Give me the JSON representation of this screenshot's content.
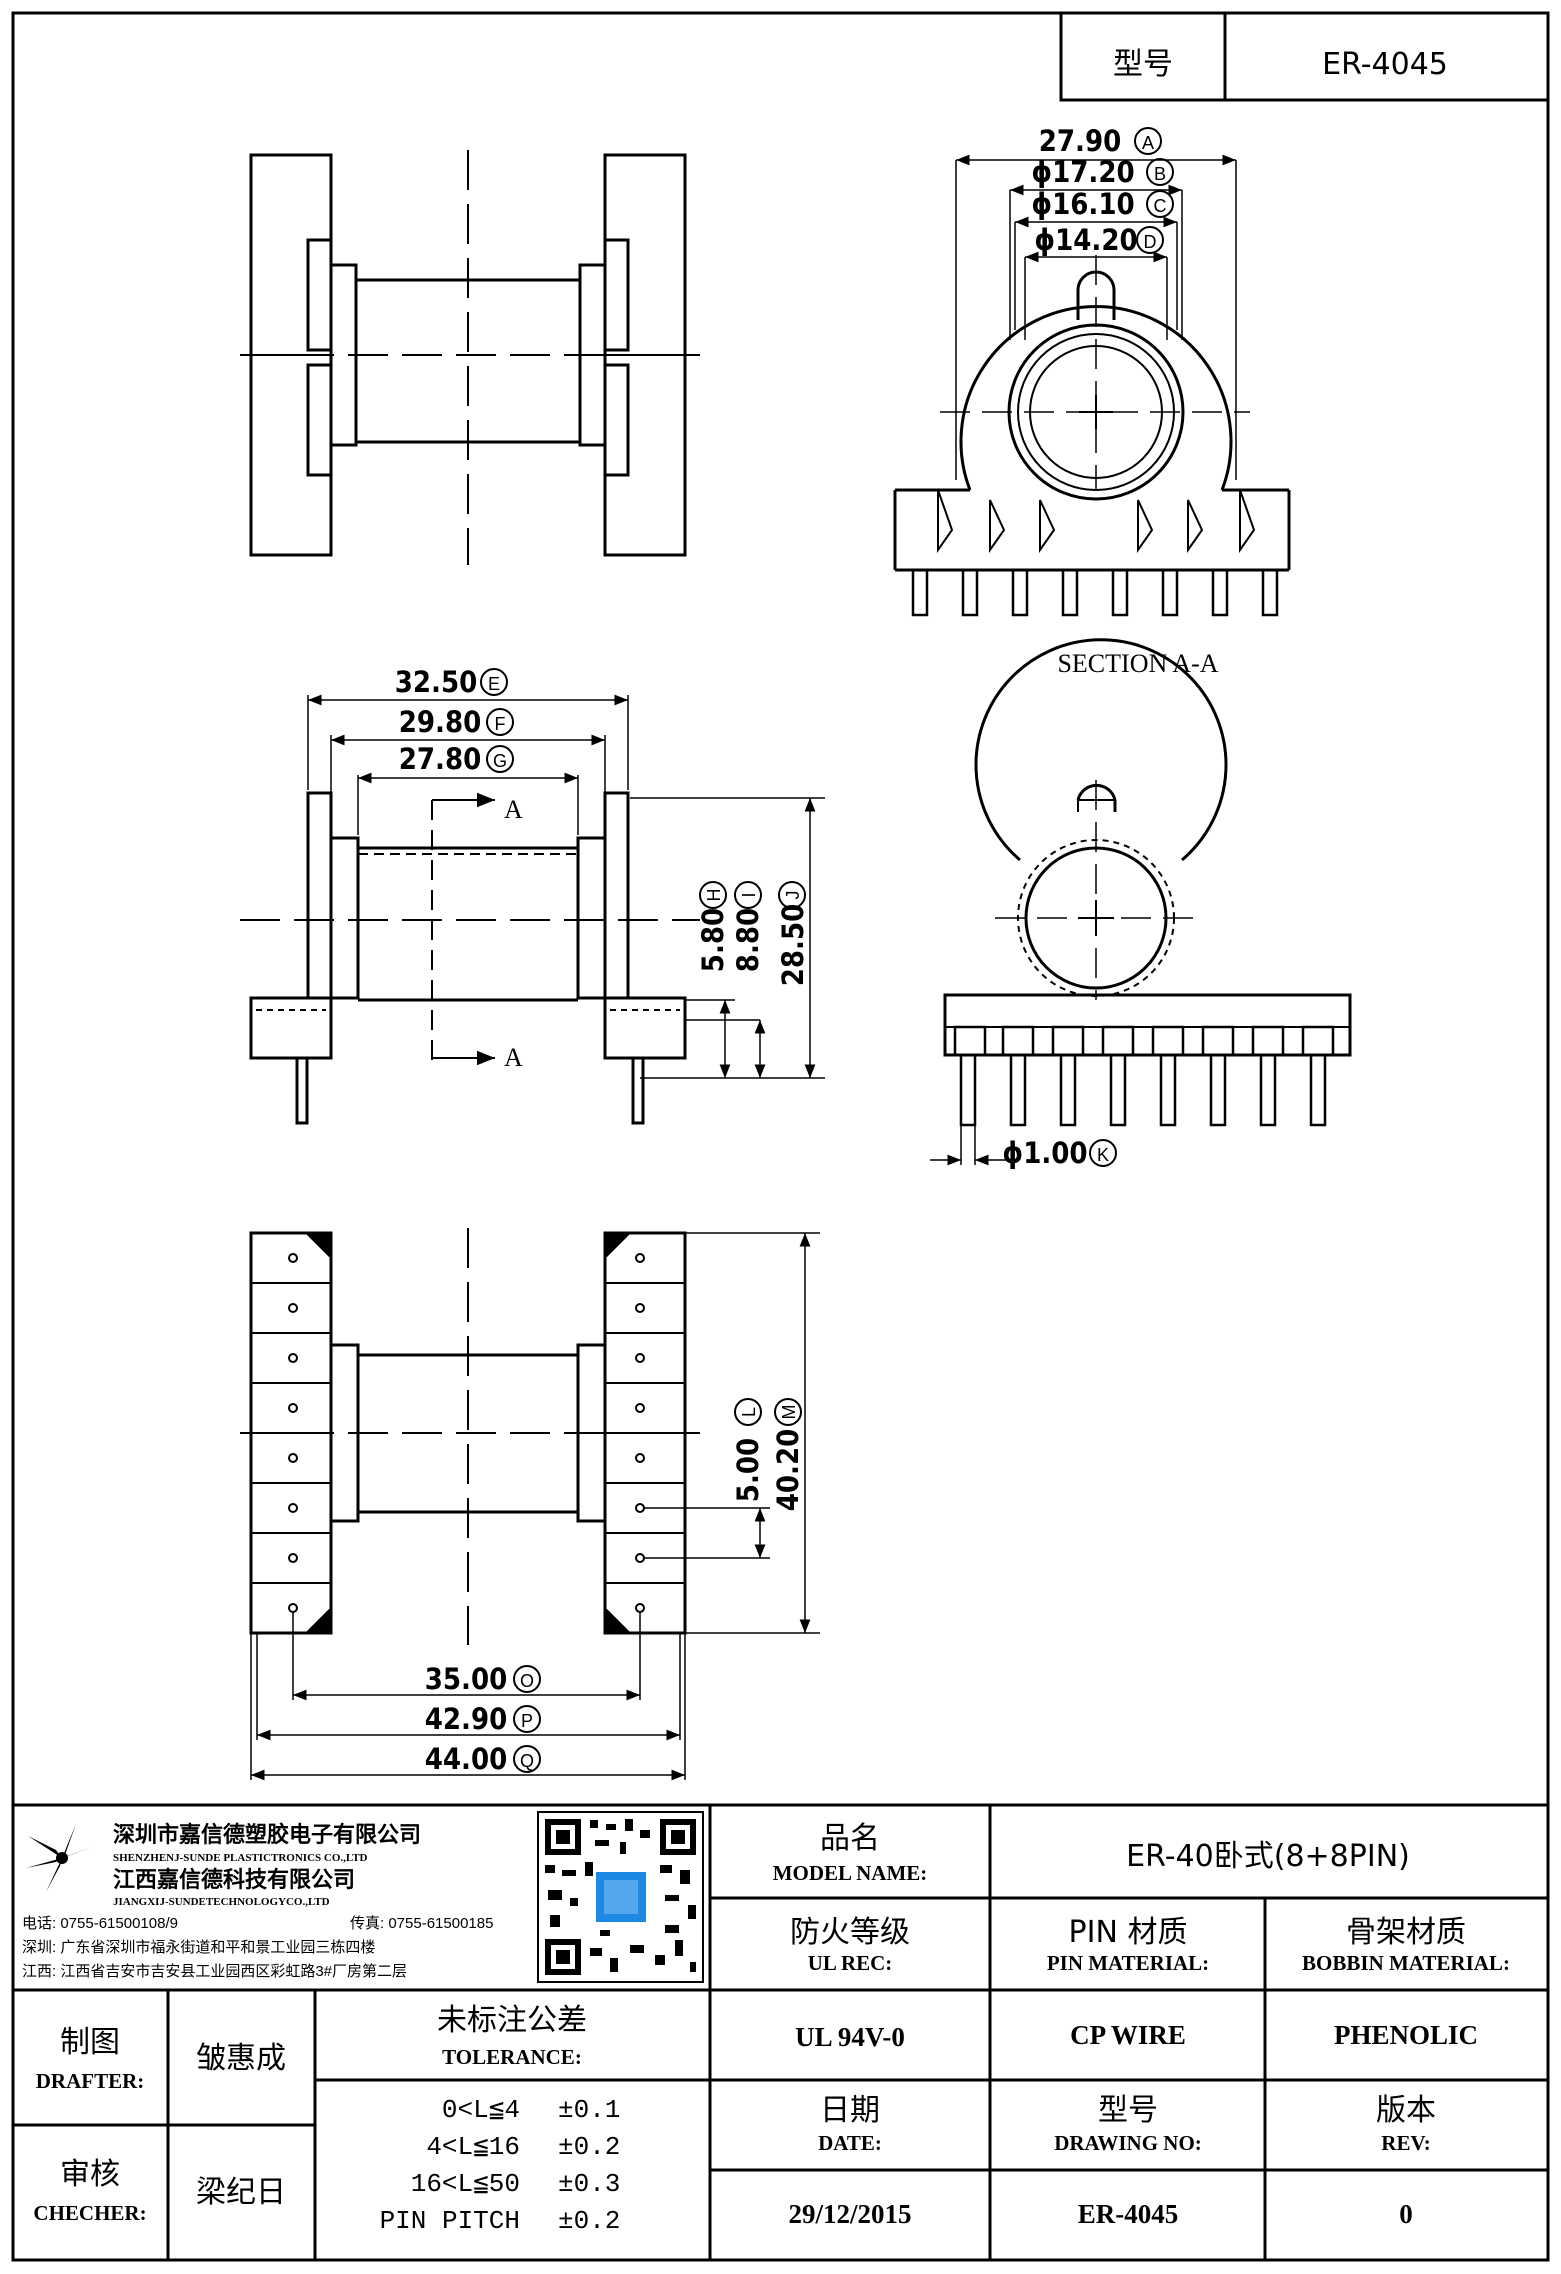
{
  "header": {
    "type_label": "型号",
    "type_value": "ER-4045"
  },
  "section_label": "SECTION A-A",
  "section_marker": "A",
  "dims": {
    "a": "27.90",
    "b": "ϕ17.20",
    "c": "ϕ16.10",
    "d": "ϕ14.20",
    "e": "32.50",
    "f": "29.80",
    "g": "27.80",
    "h": "5.80",
    "i": "8.80",
    "j": "28.50",
    "k": "ϕ1.00",
    "l": "5.00",
    "m": "40.20",
    "o": "35.00",
    "p": "42.90",
    "q": "44.00"
  },
  "dim_markers": {
    "a": "A",
    "b": "B",
    "c": "C",
    "d": "D",
    "e": "E",
    "f": "F",
    "g": "G",
    "h": "H",
    "i": "I",
    "j": "J",
    "k": "K",
    "l": "L",
    "m": "M",
    "o": "O",
    "p": "P",
    "q": "Q"
  },
  "company": {
    "name_cn": "深圳市嘉信德塑胶电子有限公司",
    "name_en": "SHENZHENJ-SUNDE PLASTICTRONICS CO.,LTD",
    "name2_cn": "江西嘉信德科技有限公司",
    "name2_en": "JIANGXIJ-SUNDETECHNOLOGYCO.,LTD",
    "phone": "电话: 0755-61500108/9",
    "fax": "传真: 0755-61500185",
    "addr_sz": "深圳: 广东省深圳市福永街道和平和景工业园三栋四楼",
    "addr_jx": "江西: 江西省吉安市吉安县工业园西区彩虹路3#厂房第二层"
  },
  "title_block": {
    "model_name_cn": "品名",
    "model_name_en": "MODEL NAME:",
    "model_name_value": "ER-40卧式(8+8PIN)",
    "ul_cn": "防火等级",
    "ul_en": "UL REC:",
    "ul_value": "UL 94V-0",
    "pin_cn": "PIN 材质",
    "pin_en": "PIN MATERIAL:",
    "pin_value": "CP WIRE",
    "bobbin_cn": "骨架材质",
    "bobbin_en": "BOBBIN MATERIAL:",
    "bobbin_value": "PHENOLIC",
    "drafter_cn": "制图",
    "drafter_en": "DRAFTER:",
    "drafter_value": "皱惠成",
    "checker_cn": "审核",
    "checker_en": "CHECHER:",
    "checker_value": "梁纪日",
    "tolerance_cn": "未标注公差",
    "tolerance_en": "TOLERANCE:",
    "tolerances": [
      {
        "range": "0<L≦4",
        "value": "±0.1"
      },
      {
        "range": "4<L≦16",
        "value": "±0.2"
      },
      {
        "range": "16<L≦50",
        "value": "±0.3"
      },
      {
        "range": "PIN PITCH",
        "value": "±0.2"
      }
    ],
    "date_cn": "日期",
    "date_en": "DATE:",
    "date_value": "29/12/2015",
    "drawing_cn": "型号",
    "drawing_en": "DRAWING NO:",
    "drawing_value": "ER-4045",
    "rev_cn": "版本",
    "rev_en": "REV:",
    "rev_value": "0"
  },
  "colors": {
    "ink": "#000000",
    "paper": "#ffffff",
    "qr_accent": "#1e88e5"
  }
}
